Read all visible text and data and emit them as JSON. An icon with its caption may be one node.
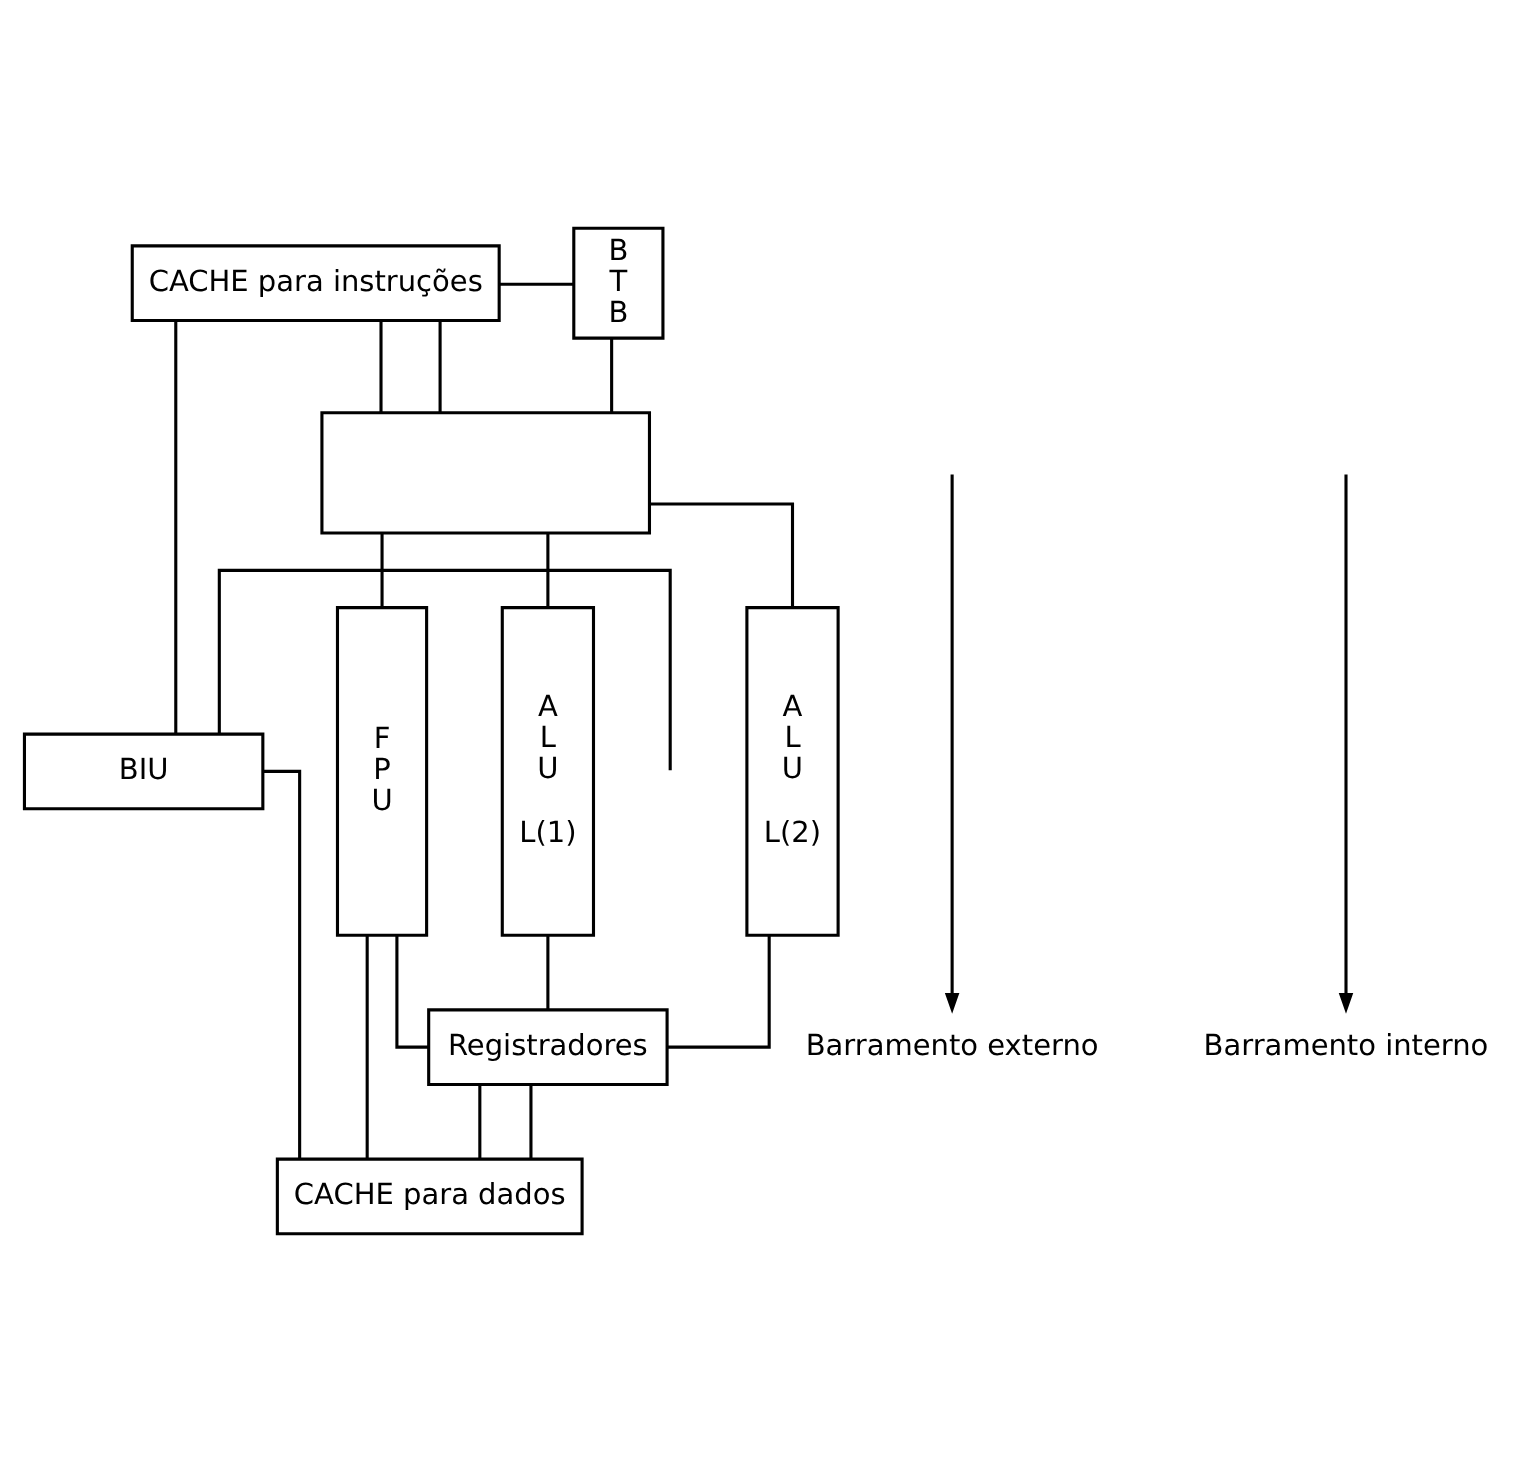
{
  "diagram": {
    "nodes": [
      {
        "text": [
          "CACHE para instruções"
        ]
      },
      {
        "text": [
          "B T B"
        ]
      },
      {
        "text": [],
        "shape": "box"
      },
      {
        "text": [
          "A L U",
          "L(1)"
        ]
      },
      {
        "text": [
          "A L U",
          "L(2)"
        ]
      },
      {
        "text": [
          "F P U"
        ]
      },
      {
        "text": [
          "BIU"
        ]
      },
      {
        "text": [
          "Registradores"
        ]
      },
      {
        "text": [
          "CACHE para dados"
        ]
      },
      {
        "text": [
          "Barramento externo"
        ]
      },
      {
        "text": [
          "Barramento interno"
        ]
      }
    ],
    "edges": [
      {
        "from": 0,
        "to": 1,
        "arrow": "none"
      },
      {
        "from": 0,
        "to": 2,
        "arrow": "none"
      },
      {
        "from": 0,
        "to": 2,
        "arrow": "none"
      },
      {
        "from": 2,
        "to": 1,
        "arrow": "none"
      },
      {
        "from": 2,
        "to": 3,
        "arrow": "none"
      },
      {
        "from": 2,
        "to": 4,
        "arrow": "none"
      },
      {
        "from": 2,
        "to": 5,
        "arrow": "none"
      },
      {
        "from": 3,
        "to": 7,
        "arrow": "none"
      },
      {
        "from": 4,
        "to": 7,
        "arrow": "none"
      },
      {
        "from": 7,
        "to": 8,
        "arrow": "none"
      },
      {
        "from": 7,
        "to": 8,
        "arrow": "none"
      },
      {
        "from": 5,
        "to": 7,
        "arrow": "none"
      },
      {
        "from": 5,
        "to": 8,
        "arrow": "none"
      },
      {
        "from": 6,
        "to": 0,
        "arrow": "none"
      },
      {
        "from": 6,
        "to": 8,
        "arrow": "none"
      },
      {
        "from": null,
        "to": 6,
        "arrow": "none"
      },
      {
        "from": null,
        "to": 9,
        "arrow": "to"
      },
      {
        "from": null,
        "to": 10,
        "arrow": "to"
      }
    ]
  }
}
